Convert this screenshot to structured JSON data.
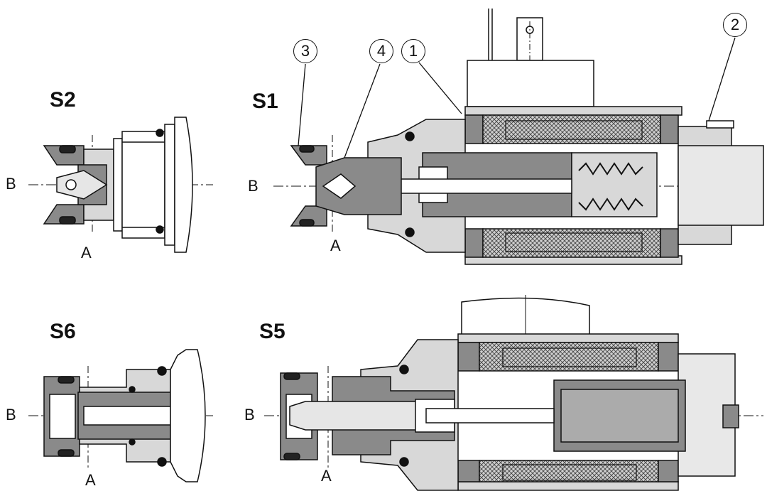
{
  "views": {
    "s2": {
      "title": "S2",
      "port_b": "B",
      "port_a": "A"
    },
    "s1": {
      "title": "S1",
      "port_b": "B",
      "port_a": "A"
    },
    "s6": {
      "title": "S6",
      "port_b": "B",
      "port_a": "A"
    },
    "s5": {
      "title": "S5",
      "port_b": "B",
      "port_a": "A"
    }
  },
  "callouts": [
    "3",
    "4",
    "1",
    "2"
  ],
  "colors": {
    "line": "#111111",
    "solid": "#8a8a8a",
    "light": "#d8d8d8",
    "coil": "#555555"
  }
}
